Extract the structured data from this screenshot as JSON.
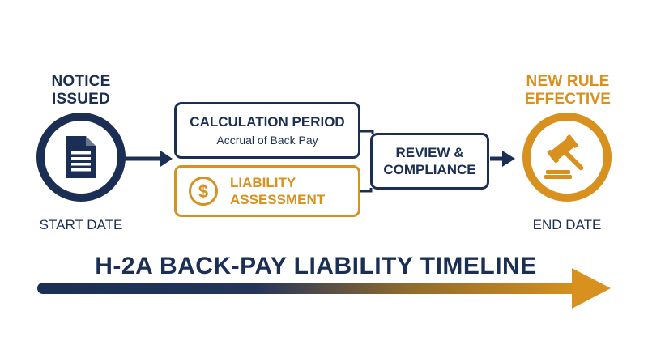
{
  "start": {
    "title_line1": "NOTICE",
    "title_line2": "ISSUED",
    "caption": "START DATE",
    "icon": "document-icon"
  },
  "calculation": {
    "title": "CALCULATION PERIOD",
    "subtitle": "Accrual of Back Pay"
  },
  "liability": {
    "title_line1": "LIABILITY",
    "title_line2": "ASSESSMENT",
    "icon": "dollar-icon"
  },
  "review": {
    "title_line1": "REVIEW &",
    "title_line2": "COMPLIANCE"
  },
  "end": {
    "title_line1": "NEW RULE",
    "title_line2": "EFFECTIVE",
    "caption": "END DATE",
    "icon": "gavel-icon"
  },
  "timeline": {
    "title": "H-2A BACK-PAY LIABILITY TIMELINE"
  },
  "colors": {
    "navy": "#1b2f55",
    "gold": "#d8911e"
  }
}
